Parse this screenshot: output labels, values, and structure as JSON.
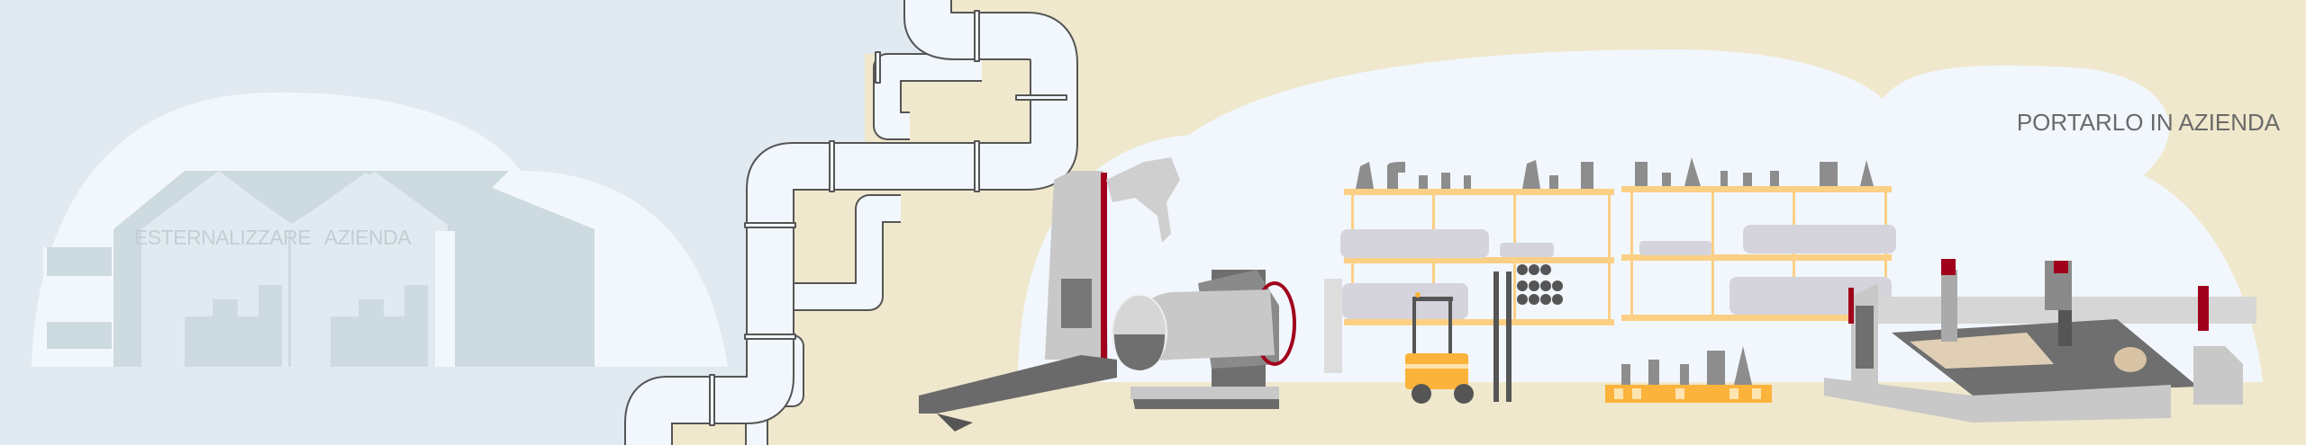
{
  "left_scene": {
    "building_label_1": "ESTERNALIZZARE",
    "building_label_2": "AZIENDA"
  },
  "right_scene": {
    "heading": "PORTARLO IN AZIENDA"
  },
  "colors": {
    "left_background": "#e1eaf1",
    "right_background": "#f0e8cc",
    "bubble": "#f2f7fe",
    "building": "#cddbe1",
    "machine_gray": "#c8c8c8",
    "machine_dark": "#6f6f6f",
    "accent_red": "#a0001b",
    "rack_orange": "#fbcf84",
    "forklift_yellow": "#fbb33b"
  }
}
